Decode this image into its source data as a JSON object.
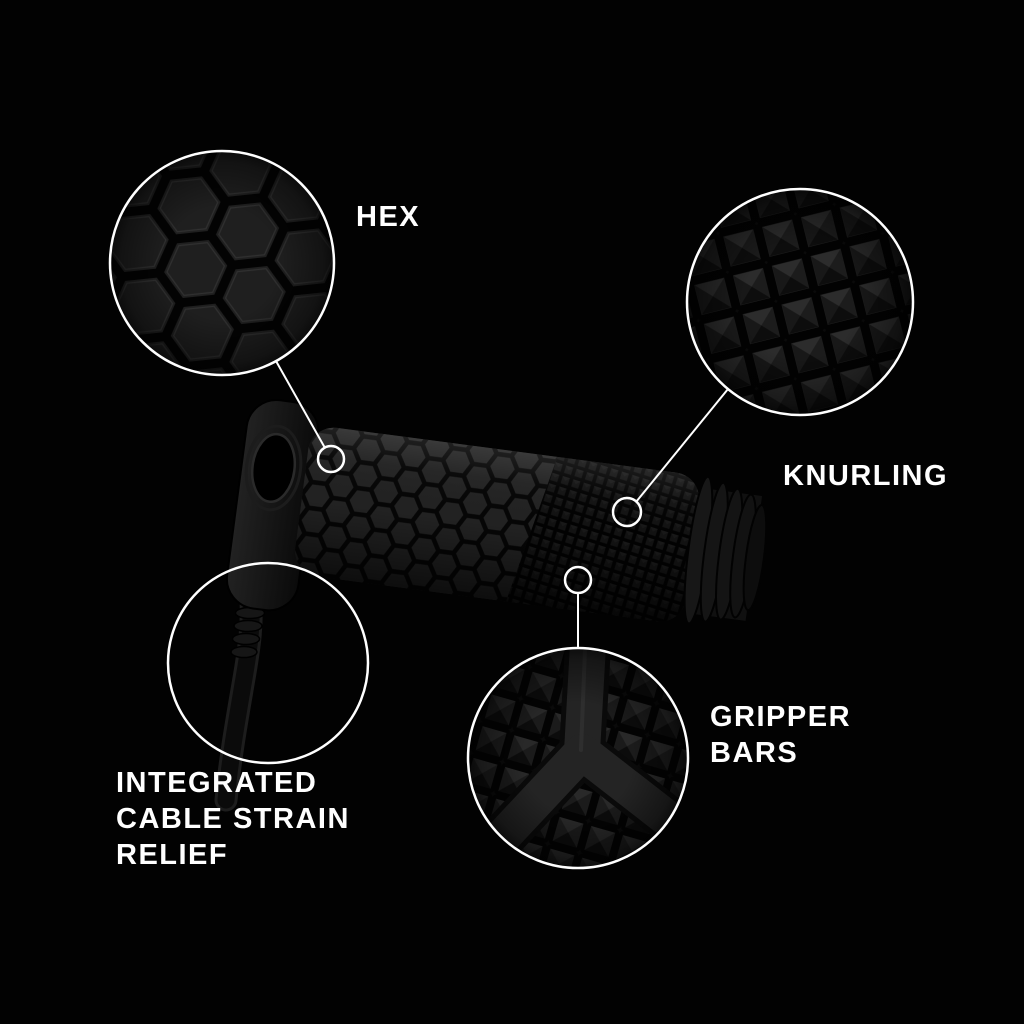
{
  "colors": {
    "background": "#020202",
    "label_text": "#ffffff",
    "callout_outline": "#ffffff",
    "leader_line": "#ffffff",
    "grip_rubber_dark": "#0d0d0d",
    "grip_rubber_mid": "#1e1e1e",
    "pattern_groove": "#040404"
  },
  "callouts": {
    "hex": {
      "label": "HEX"
    },
    "knurling": {
      "label": "KNURLING"
    },
    "gripper_bars": {
      "label": "GRIPPER\nBARS"
    },
    "cable_strain_relief": {
      "label": "INTEGRATED\nCABLE STRAIN\nRELIEF"
    }
  }
}
